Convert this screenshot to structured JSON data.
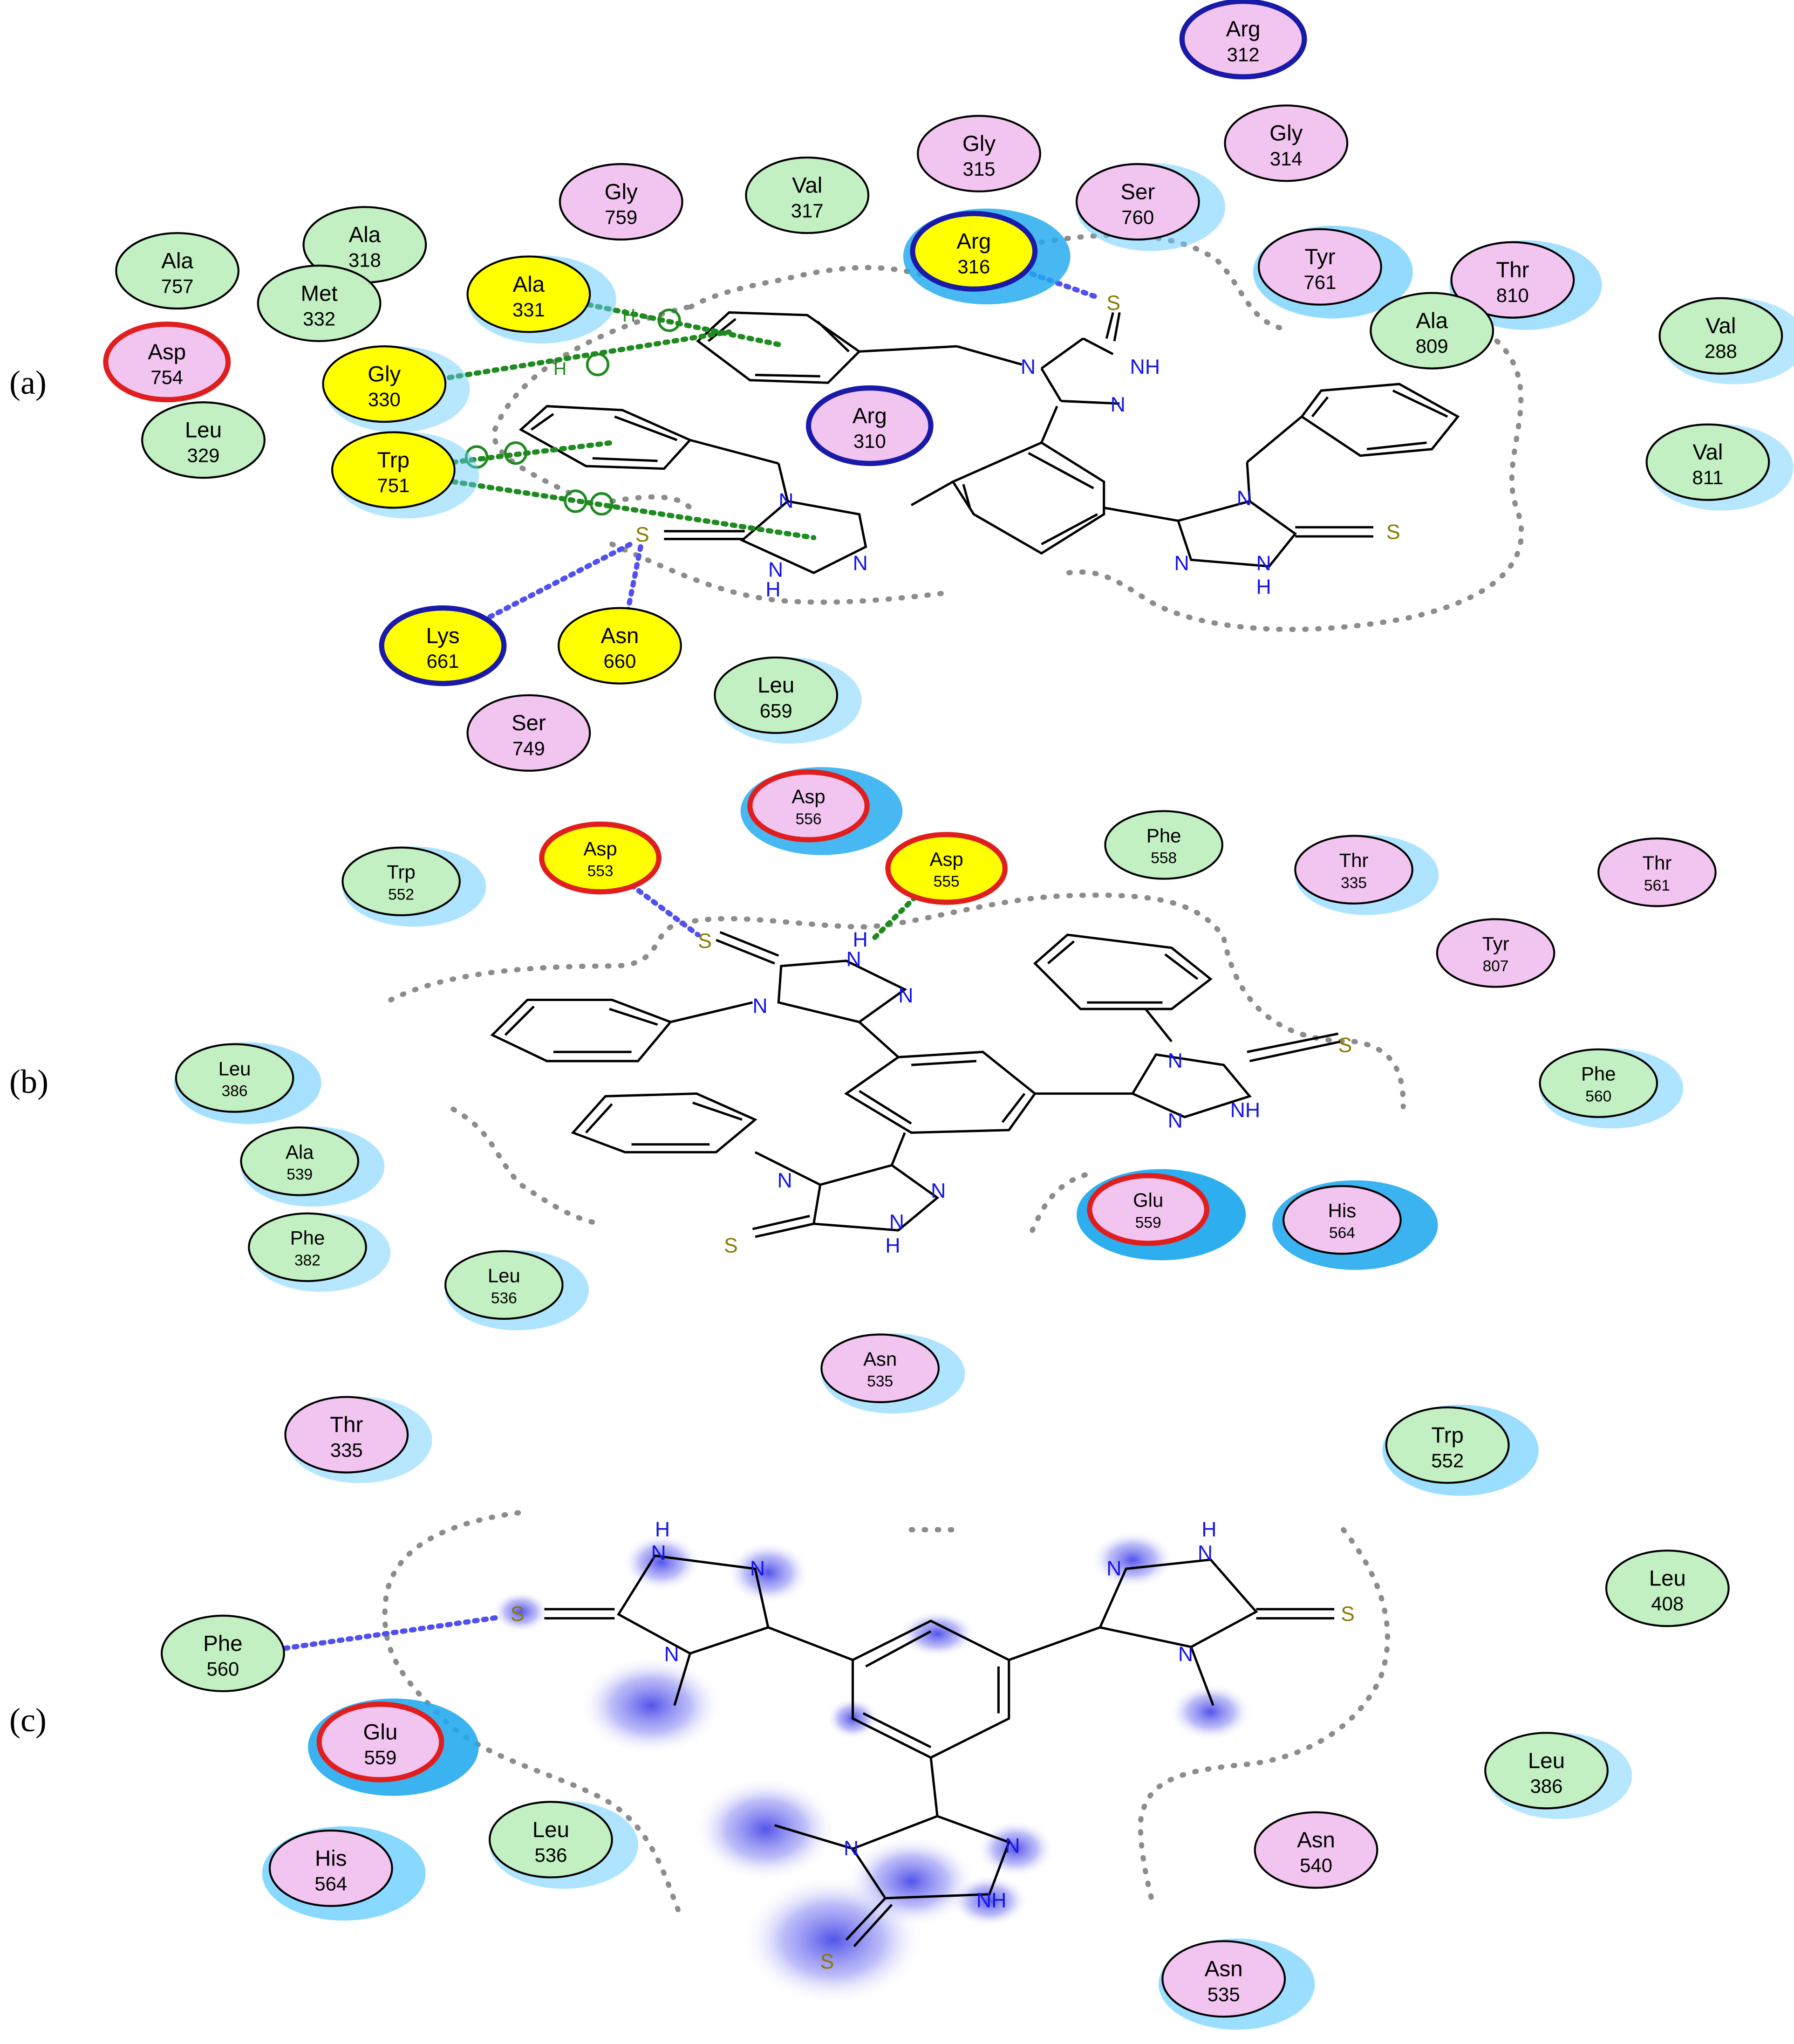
{
  "panels": [
    {
      "label": "(a)",
      "residues": [
        {
          "name": "Arg",
          "num": "312",
          "type": "polar",
          "ring": "pos",
          "halo": 0
        },
        {
          "name": "Gly",
          "num": "315",
          "type": "polar",
          "ring": "none",
          "halo": 0
        },
        {
          "name": "Gly",
          "num": "314",
          "type": "polar",
          "ring": "none",
          "halo": 0
        },
        {
          "name": "Gly",
          "num": "759",
          "type": "polar",
          "ring": "none",
          "halo": 0
        },
        {
          "name": "Val",
          "num": "317",
          "type": "hydrophobic",
          "ring": "none",
          "halo": 0
        },
        {
          "name": "Ser",
          "num": "760",
          "type": "polar",
          "ring": "none",
          "halo": 0.3
        },
        {
          "name": "Ala",
          "num": "757",
          "type": "hydrophobic",
          "ring": "none",
          "halo": 0
        },
        {
          "name": "Ala",
          "num": "318",
          "type": "hydrophobic",
          "ring": "none",
          "halo": 0
        },
        {
          "name": "Arg",
          "num": "316",
          "type": "hbond",
          "ring": "pos",
          "halo": 0.8
        },
        {
          "name": "Tyr",
          "num": "761",
          "type": "polar",
          "ring": "none",
          "halo": 0.6
        },
        {
          "name": "Thr",
          "num": "810",
          "type": "polar",
          "ring": "none",
          "halo": 0.4
        },
        {
          "name": "Met",
          "num": "332",
          "type": "hydrophobic",
          "ring": "none",
          "halo": 0
        },
        {
          "name": "Ala",
          "num": "331",
          "type": "hbond",
          "ring": "none",
          "halo": 0.3
        },
        {
          "name": "Ala",
          "num": "809",
          "type": "hydrophobic",
          "ring": "none",
          "halo": 0
        },
        {
          "name": "Val",
          "num": "288",
          "type": "hydrophobic",
          "ring": "none",
          "halo": 0.2
        },
        {
          "name": "Asp",
          "num": "754",
          "type": "polar",
          "ring": "neg",
          "halo": 0
        },
        {
          "name": "Gly",
          "num": "330",
          "type": "hbond",
          "ring": "none",
          "halo": 0.2
        },
        {
          "name": "Arg",
          "num": "310",
          "type": "polar",
          "ring": "pos",
          "halo": 0
        },
        {
          "name": "Leu",
          "num": "329",
          "type": "hydrophobic",
          "ring": "none",
          "halo": 0
        },
        {
          "name": "Trp",
          "num": "751",
          "type": "hbond",
          "ring": "none",
          "halo": 0.2
        },
        {
          "name": "Val",
          "num": "811",
          "type": "hydrophobic",
          "ring": "none",
          "halo": 0.2
        },
        {
          "name": "Lys",
          "num": "661",
          "type": "hbond",
          "ring": "pos",
          "halo": 0
        },
        {
          "name": "Asn",
          "num": "660",
          "type": "hbond",
          "ring": "none",
          "halo": 0
        },
        {
          "name": "Leu",
          "num": "659",
          "type": "hydrophobic",
          "ring": "none",
          "halo": 0.2
        },
        {
          "name": "Ser",
          "num": "749",
          "type": "polar",
          "ring": "none",
          "halo": 0
        }
      ]
    },
    {
      "label": "(b)",
      "residues": [
        {
          "name": "Asp",
          "num": "556",
          "type": "polar",
          "ring": "neg",
          "halo": 0.8
        },
        {
          "name": "Asp",
          "num": "553",
          "type": "hbond",
          "ring": "neg",
          "halo": 0
        },
        {
          "name": "Asp",
          "num": "555",
          "type": "hbond",
          "ring": "neg",
          "halo": 0
        },
        {
          "name": "Phe",
          "num": "558",
          "type": "hydrophobic",
          "ring": "none",
          "halo": 0
        },
        {
          "name": "Trp",
          "num": "552",
          "type": "hydrophobic",
          "ring": "none",
          "halo": 0.3
        },
        {
          "name": "Thr",
          "num": "335",
          "type": "polar",
          "ring": "none",
          "halo": 0.3
        },
        {
          "name": "Thr",
          "num": "561",
          "type": "polar",
          "ring": "none",
          "halo": 0
        },
        {
          "name": "Tyr",
          "num": "807",
          "type": "polar",
          "ring": "none",
          "halo": 0
        },
        {
          "name": "Leu",
          "num": "386",
          "type": "hydrophobic",
          "ring": "none",
          "halo": 0.4
        },
        {
          "name": "Phe",
          "num": "560",
          "type": "hydrophobic",
          "ring": "none",
          "halo": 0.3
        },
        {
          "name": "Ala",
          "num": "539",
          "type": "hydrophobic",
          "ring": "none",
          "halo": 0.3
        },
        {
          "name": "Glu",
          "num": "559",
          "type": "polar",
          "ring": "neg",
          "halo": 1
        },
        {
          "name": "His",
          "num": "564",
          "type": "polar",
          "ring": "none",
          "halo": 0.9
        },
        {
          "name": "Phe",
          "num": "382",
          "type": "hydrophobic",
          "ring": "none",
          "halo": 0.2
        },
        {
          "name": "Leu",
          "num": "536",
          "type": "hydrophobic",
          "ring": "none",
          "halo": 0.3
        },
        {
          "name": "Asn",
          "num": "535",
          "type": "polar",
          "ring": "none",
          "halo": 0.3
        }
      ]
    },
    {
      "label": "(c)",
      "residues": [
        {
          "name": "Thr",
          "num": "335",
          "type": "polar",
          "ring": "none",
          "halo": 0.2
        },
        {
          "name": "Trp",
          "num": "552",
          "type": "hydrophobic",
          "ring": "none",
          "halo": 0.5
        },
        {
          "name": "Leu",
          "num": "408",
          "type": "hydrophobic",
          "ring": "none",
          "halo": 0
        },
        {
          "name": "Phe",
          "num": "560",
          "type": "hydrophobic",
          "ring": "none",
          "halo": 0
        },
        {
          "name": "Glu",
          "num": "559",
          "type": "polar",
          "ring": "neg",
          "halo": 0.9
        },
        {
          "name": "Leu",
          "num": "386",
          "type": "hydrophobic",
          "ring": "none",
          "halo": 0.2
        },
        {
          "name": "His",
          "num": "564",
          "type": "polar",
          "ring": "none",
          "halo": 0.7
        },
        {
          "name": "Leu",
          "num": "536",
          "type": "hydrophobic",
          "ring": "none",
          "halo": 0.3
        },
        {
          "name": "Asn",
          "num": "540",
          "type": "polar",
          "ring": "none",
          "halo": 0
        },
        {
          "name": "Asn",
          "num": "535",
          "type": "polar",
          "ring": "none",
          "halo": 0.5
        }
      ]
    }
  ],
  "atom_labels": {
    "S": "S",
    "N": "N",
    "NH": "NH",
    "H": "H"
  },
  "colors": {
    "polar": "#f2c4f0",
    "hydrophobic": "#c2f0c2",
    "hbond": "#ffff00",
    "ring_pos": "#1a1aa8",
    "ring_neg": "#e01e1e",
    "halo": "#66ccff",
    "hbond_line": "#5050f0",
    "pi_line": "#1f8a1f",
    "pocket_line": "#8c8c8c",
    "atom_n": "#1515e6",
    "atom_s": "#8a7a00",
    "bond": "#000000"
  }
}
